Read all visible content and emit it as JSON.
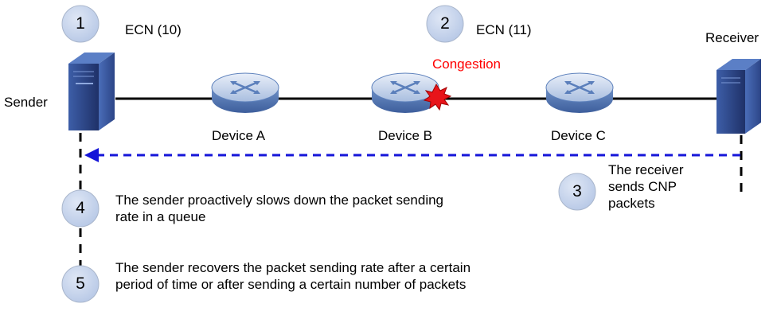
{
  "steps": [
    {
      "number": "1",
      "label": "ECN (10)"
    },
    {
      "number": "2",
      "label": "ECN (11)"
    },
    {
      "number": "3",
      "label": "The receiver sends CNP packets"
    },
    {
      "number": "4",
      "label": "The sender proactively slows down the packet sending rate in a queue"
    },
    {
      "number": "5",
      "label": "The sender recovers the packet sending rate after a certain period of time or after sending a certain number of packets"
    }
  ],
  "endpoints": {
    "sender": "Sender",
    "receiver": "Receiver"
  },
  "devices": [
    "Device A",
    "Device B",
    "Device C"
  ],
  "congestion_label": "Congestion",
  "colors": {
    "link": "#000000",
    "feedback_arrow": "#1515d8",
    "congestion_text": "#ff0000",
    "step_circle_fill": "#c4d2ea",
    "router_body": "#5b7fbb",
    "server_body": "#2a3f7a",
    "burst": "#e8141a"
  }
}
